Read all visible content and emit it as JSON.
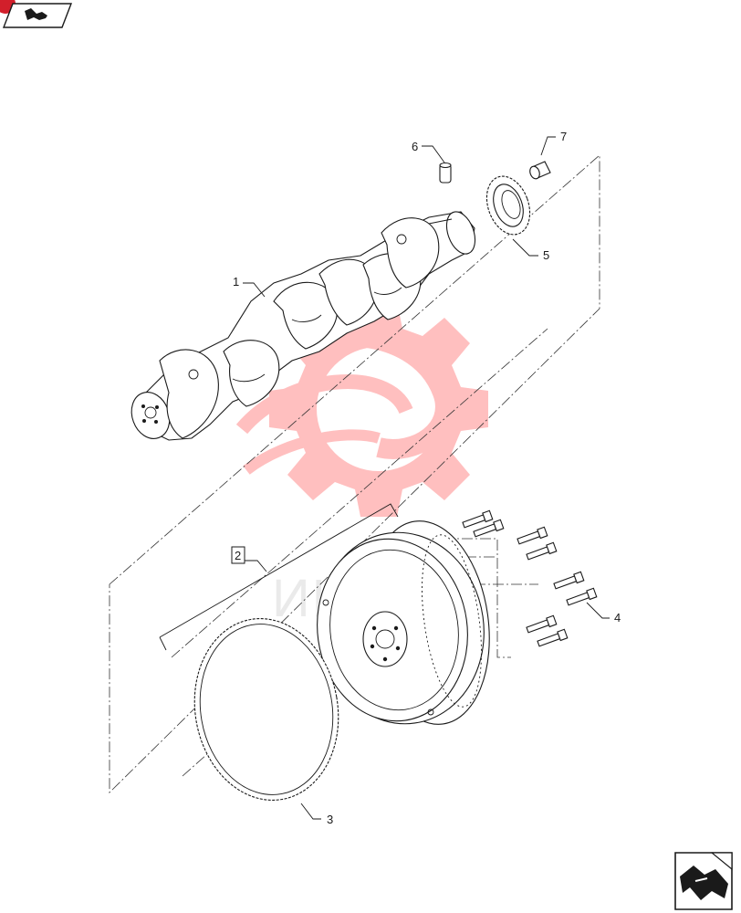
{
  "watermark": {
    "text": "ИНТЕХ",
    "color": "#ff4d4d"
  },
  "nav": {
    "top_left_icon": "page-forward-arrow-icon",
    "bottom_right_icon": "next-page-arrow-icon",
    "badge_color": "#d21f2b"
  },
  "callouts": [
    {
      "id": "crankshaft",
      "label": "1"
    },
    {
      "id": "flywheel-assembly",
      "label": "2",
      "boxed": true
    },
    {
      "id": "ring-gear",
      "label": "3"
    },
    {
      "id": "flywheel-bolts",
      "label": "4"
    },
    {
      "id": "crankshaft-gear",
      "label": "5"
    },
    {
      "id": "dowel-pin",
      "label": "6"
    },
    {
      "id": "bushing",
      "label": "7"
    }
  ]
}
